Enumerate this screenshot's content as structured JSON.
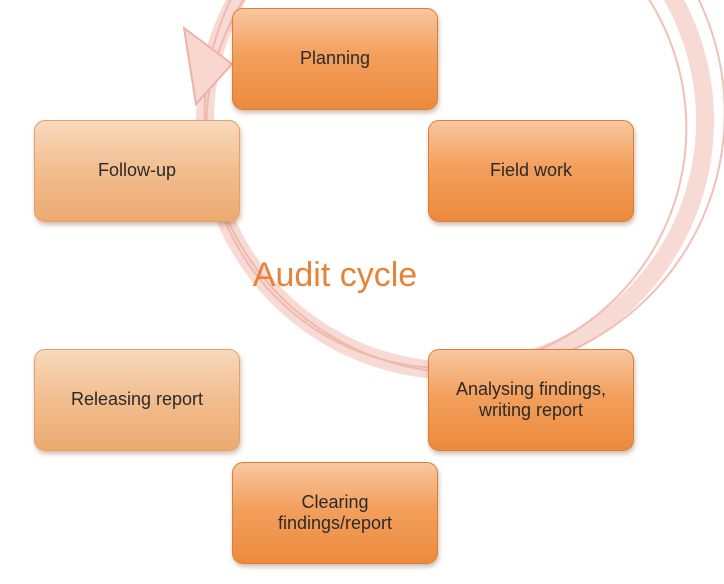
{
  "diagram": {
    "title": "Audit cycle",
    "steps": [
      {
        "label": "Planning"
      },
      {
        "label": "Field work"
      },
      {
        "label": "Analysing findings,\nwriting report"
      },
      {
        "label": "Clearing\nfindings/report"
      },
      {
        "label": "Releasing report"
      },
      {
        "label": "Follow-up"
      }
    ]
  },
  "colors": {
    "title": "#e58438",
    "box_strong": "#ec8a3d",
    "box_soft": "#f2bd8e",
    "ring": "#f5c3bb"
  }
}
